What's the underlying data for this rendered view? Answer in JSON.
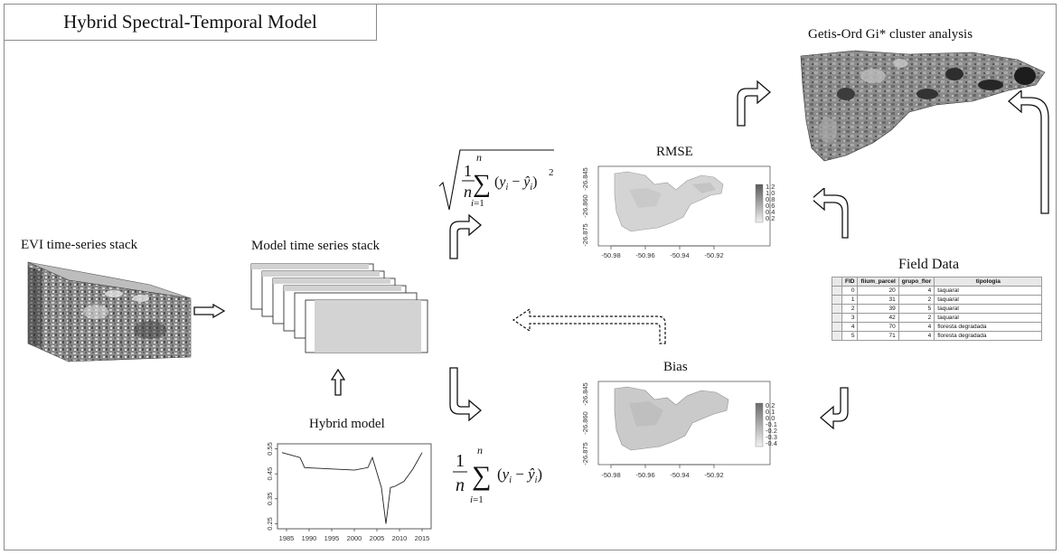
{
  "title": "Hybrid Spectral-Temporal Model",
  "labels": {
    "evi": "EVI time-series stack",
    "model_stack": "Model time series stack",
    "hybrid_model": "Hybrid model",
    "getis": "Getis-Ord Gi* cluster analysis",
    "field_data": "Field Data",
    "rmse": "RMSE",
    "bias": "Bias"
  },
  "rmse_map": {
    "x_ticks": [
      "-50.98",
      "-50.96",
      "-50.94",
      "-50.92"
    ],
    "y_ticks": [
      "-26.845",
      "-26.860",
      "-26.875"
    ],
    "legend": [
      "1.2",
      "1.0",
      "0.8",
      "0.6",
      "0.4",
      "0.2"
    ]
  },
  "bias_map": {
    "x_ticks": [
      "-50.98",
      "-50.96",
      "-50.94",
      "-50.92"
    ],
    "y_ticks": [
      "-26.845",
      "-26.860",
      "-26.875"
    ],
    "legend": [
      "0.2",
      "0.1",
      "0.0",
      "-0.1",
      "-0.2",
      "-0.3",
      "-0.4"
    ]
  },
  "field_table": {
    "columns": [
      "FID",
      "fiium_parcel",
      "grupo_flor",
      "tipologia"
    ],
    "rows": [
      [
        "0",
        "20",
        "4",
        "taquaral"
      ],
      [
        "1",
        "31",
        "2",
        "taquaral"
      ],
      [
        "2",
        "39",
        "5",
        "taquaral"
      ],
      [
        "3",
        "42",
        "2",
        "taquaral"
      ],
      [
        "4",
        "70",
        "4",
        "floresta degradada"
      ],
      [
        "5",
        "71",
        "4",
        "floresta degradada"
      ]
    ]
  },
  "chart_data": {
    "type": "line",
    "title": "",
    "x_ticks": [
      "1985",
      "1990",
      "1995",
      "2000",
      "2005",
      "2010",
      "2015"
    ],
    "y_ticks": [
      "0.25",
      "0.35",
      "0.45",
      "0.55"
    ],
    "xlim": [
      1983,
      2017
    ],
    "ylim": [
      0.23,
      0.57
    ],
    "x": [
      1984,
      1986,
      1988,
      1989,
      2000,
      2003,
      2004,
      2006,
      2007,
      2008,
      2009,
      2011,
      2013,
      2015
    ],
    "values": [
      0.535,
      0.525,
      0.515,
      0.475,
      0.465,
      0.475,
      0.515,
      0.395,
      0.25,
      0.395,
      0.4,
      0.42,
      0.47,
      0.535
    ]
  }
}
